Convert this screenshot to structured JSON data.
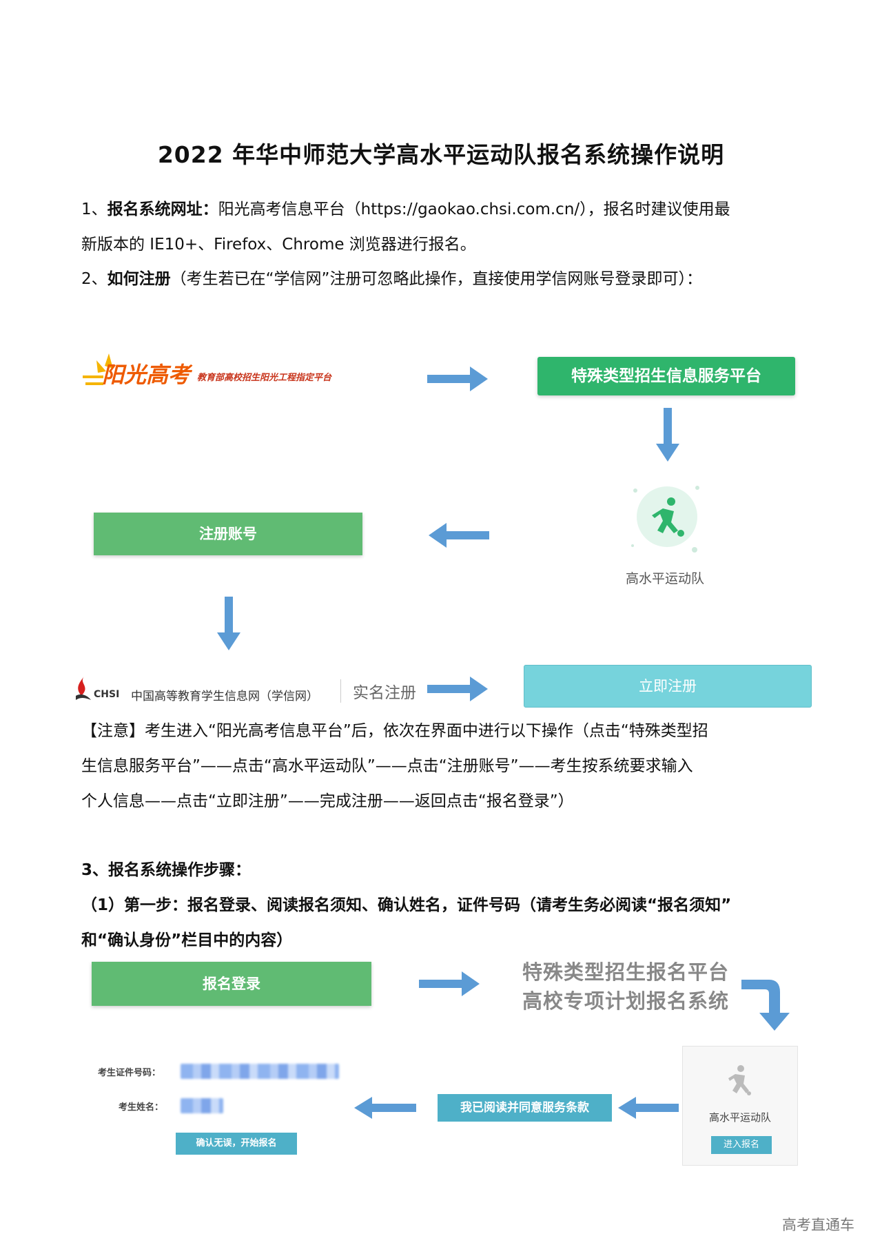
{
  "title": "2022 年华中师范大学高水平运动队报名系统操作说明",
  "section1": {
    "num": "1、",
    "label": "报名系统网址：",
    "text_line1": "阳光高考信息平台（https://gaokao.chsi.com.cn/），报名时建议使用最",
    "text_line2": "新版本的 IE10+、Firefox、Chrome 浏览器进行报名。"
  },
  "section2": {
    "num": "2、",
    "label": "如何注册",
    "text": "（考生若已在“学信网”注册可忽略此操作，直接使用学信网账号登录即可）："
  },
  "flow1": {
    "logo_main": "阳光高考",
    "logo_sub": "教育部高校招生阳光工程指定平台",
    "platform_button": "特殊类型招生信息服务平台",
    "sports_label": "高水平运动队",
    "register_button": "注册账号",
    "chsi_brand": "CHSI",
    "chsi_name": "中国高等教育学生信息网（学信网）",
    "realname": "实名注册",
    "register_now_button": "立即注册"
  },
  "note": {
    "line1": "【注意】考生进入“阳光高考信息平台”后，依次在界面中进行以下操作（点击“特殊类型招",
    "line2": "生信息服务平台”——点击“高水平运动队”——点击“注册账号”——考生按系统要求输入",
    "line3": "个人信息——点击“立即注册”——完成注册——返回点击“报名登录”）"
  },
  "section3": {
    "heading": "3、报名系统操作步骤：",
    "step1_line1": "（1）第一步：报名登录、阅读报名须知、确认姓名，证件号码（请考生务必阅读“报名须知”",
    "step1_line2": "和“确认身份”栏目中的内容）"
  },
  "flow2": {
    "login_button": "报名登录",
    "platform_title_line1": "特殊类型招生报名平台",
    "platform_title_line2": "高校专项计划报名系统",
    "id_label": "考生证件号码：",
    "name_label": "考生姓名：",
    "confirm_button": "确认无误，开始报名",
    "agree_button": "我已阅读并同意服务条款",
    "card_label": "高水平运动队",
    "enter_button": "进入报名"
  },
  "watermark": "高考直通车",
  "colors": {
    "green": "#60bb73",
    "green_platform": "#2fb56c",
    "cyan": "#76d3dc",
    "teal": "#4eb0c8",
    "arrow": "#5b9bd5",
    "logo_orange": "#ee5a00"
  }
}
